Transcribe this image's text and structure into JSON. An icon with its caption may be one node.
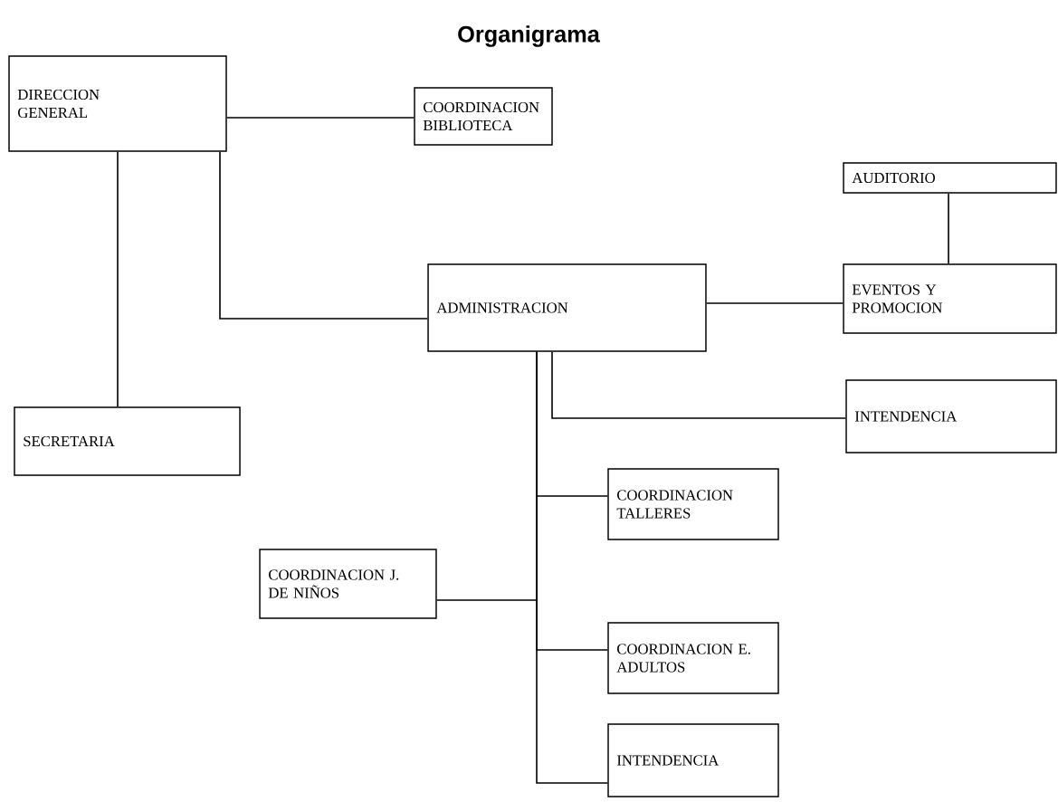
{
  "diagram": {
    "title": "Organigrama",
    "nodes": [
      {
        "text": [
          "DIRECCION GENERAL"
        ]
      },
      {
        "text": [
          "COORDINACION BIBLIOTECA"
        ]
      },
      {
        "text": [
          "AUDITORIO"
        ]
      },
      {
        "text": [
          "ADMINISTRACION"
        ]
      },
      {
        "text": [
          "EVENTOS Y PROMOCION"
        ]
      },
      {
        "text": [
          "SECRETARIA"
        ]
      },
      {
        "text": [
          "INTENDENCIA"
        ]
      },
      {
        "text": [
          "COORDINACION TALLERES"
        ]
      },
      {
        "text": [
          "COORDINACION J. DE NIÑOS"
        ]
      },
      {
        "text": [
          "COORDINACION E. ADULTOS"
        ]
      },
      {
        "text": [
          "INTENDENCIA"
        ]
      }
    ],
    "edges": [
      {
        "from": 0,
        "to": 1,
        "arrow": "none"
      },
      {
        "from": 0,
        "to": 5,
        "arrow": "none"
      },
      {
        "from": 0,
        "to": 3,
        "arrow": "none"
      },
      {
        "from": 3,
        "to": 4,
        "arrow": "none"
      },
      {
        "from": 2,
        "to": 4,
        "arrow": "none"
      },
      {
        "from": 3,
        "to": 6,
        "arrow": "none"
      },
      {
        "from": 3,
        "to": 7,
        "arrow": "none"
      },
      {
        "from": 3,
        "to": 8,
        "arrow": "none"
      },
      {
        "from": 3,
        "to": 9,
        "arrow": "none"
      },
      {
        "from": 3,
        "to": 10,
        "arrow": "none"
      }
    ]
  }
}
